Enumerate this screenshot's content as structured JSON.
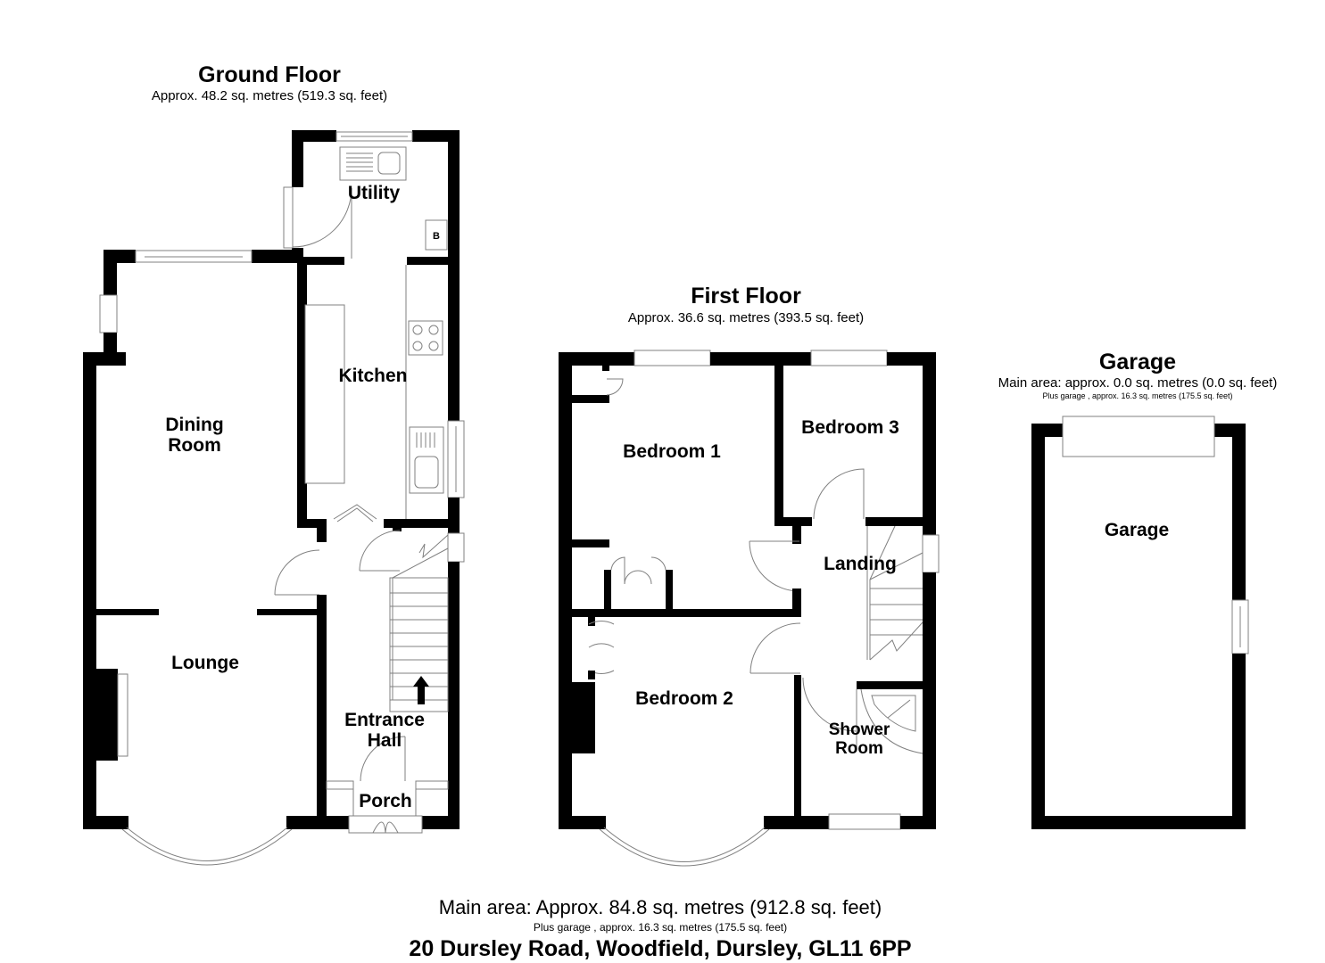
{
  "ground_floor": {
    "title": "Ground Floor",
    "area": "Approx. 48.2 sq. metres (519.3 sq. feet)",
    "rooms": {
      "utility": "Utility",
      "boiler": "B",
      "kitchen": "Kitchen",
      "dining_line1": "Dining",
      "dining_line2": "Room",
      "lounge": "Lounge",
      "entrance_line1": "Entrance",
      "entrance_line2": "Hall",
      "porch": "Porch"
    }
  },
  "first_floor": {
    "title": "First Floor",
    "area": "Approx. 36.6 sq. metres (393.5 sq. feet)",
    "rooms": {
      "bedroom1": "Bedroom 1",
      "bedroom2": "Bedroom 2",
      "bedroom3": "Bedroom 3",
      "landing": "Landing",
      "shower_line1": "Shower",
      "shower_line2": "Room"
    }
  },
  "garage": {
    "title": "Garage",
    "main_area": "Main area: approx. 0.0 sq. metres (0.0 sq. feet)",
    "plus_garage": "Plus garage , approx. 16.3 sq. metres (175.5 sq. feet)",
    "rooms": {
      "garage": "Garage"
    }
  },
  "footer": {
    "main_area": "Main area: Approx. 84.8 sq. metres (912.8 sq. feet)",
    "plus_garage": "Plus garage , approx. 16.3 sq. metres (175.5 sq. feet)",
    "address": "20 Dursley Road, Woodfield, Dursley, GL11 6PP"
  },
  "colors": {
    "wall": "#000000",
    "fixture_line": "#808080",
    "background": "#ffffff"
  }
}
